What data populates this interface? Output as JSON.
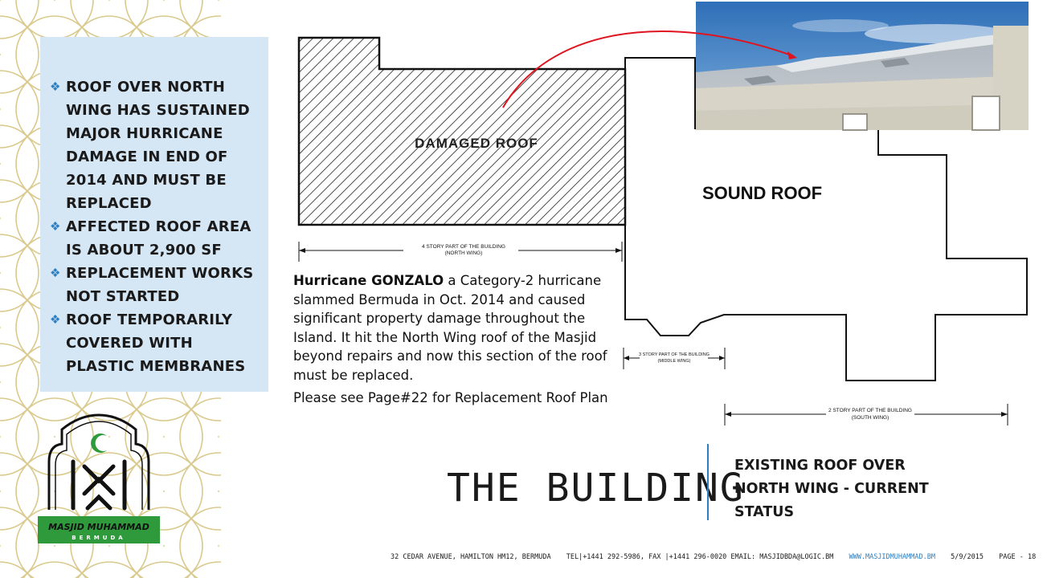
{
  "bullets": [
    {
      "text": "ROOF OVER NORTH WING HAS SUSTAINED MAJOR HURRICANE DAMAGE IN END OF 2014 AND MUST BE REPLACED"
    },
    {
      "text": "AFFECTED ROOF AREA IS ABOUT 2,900 SF"
    },
    {
      "text": "REPLACEMENT WORKS NOT STARTED"
    },
    {
      "text": "ROOF TEMPORARILY COVERED WITH PLASTIC MEMBRANES"
    }
  ],
  "diagram": {
    "damaged_label": "DAMAGED ROOF",
    "sound_label": "SOUND ROOF",
    "dim_north_line1": "4 STORY PART OF THE BUILDING",
    "dim_north_line2": "(NORTH WING)",
    "dim_middle_line1": "3 STORY PART OF THE BUILDING",
    "dim_middle_line2": "(MIDDLE WING)",
    "dim_south_line1": "2 STORY PART OF THE BUILDING",
    "dim_south_line2": "(SOUTH WING)"
  },
  "body": {
    "bold_lead": "Hurricane GONZALO",
    "paragraph_rest": " a Category-2 hurricane slammed Bermuda in Oct. 2014 and caused significant property damage throughout the Island. It hit the North Wing roof of the Masjid beyond repairs and now this section of the roof must be replaced.",
    "see_page": "Please see Page#22 for Replacement Roof Plan"
  },
  "title": "THE BUILDING",
  "subtitle": "EXISTING ROOF OVER NORTH WING - CURRENT STATUS",
  "logo": {
    "line1": "MASJID MUHAMMAD",
    "line2": "BERMUDA"
  },
  "footer": {
    "address": "32 CEDAR AVENUE, HAMILTON HM12, BERMUDA",
    "contact": "TEL|+1441 292-5986, FAX |+1441 296-0020 EMAIL: MASJIDBDA@LOGIC.BM",
    "website": "WWW.MASJIDMUHAMMAD.BM",
    "date": "5/9/2015",
    "page": "PAGE - 18"
  },
  "colors": {
    "accent": "#2d7fc1",
    "panel": "#d5e6f4",
    "arrow": "#e0141e",
    "logo_green": "#2e9a3c",
    "pattern_gold": "#d9c98c"
  }
}
